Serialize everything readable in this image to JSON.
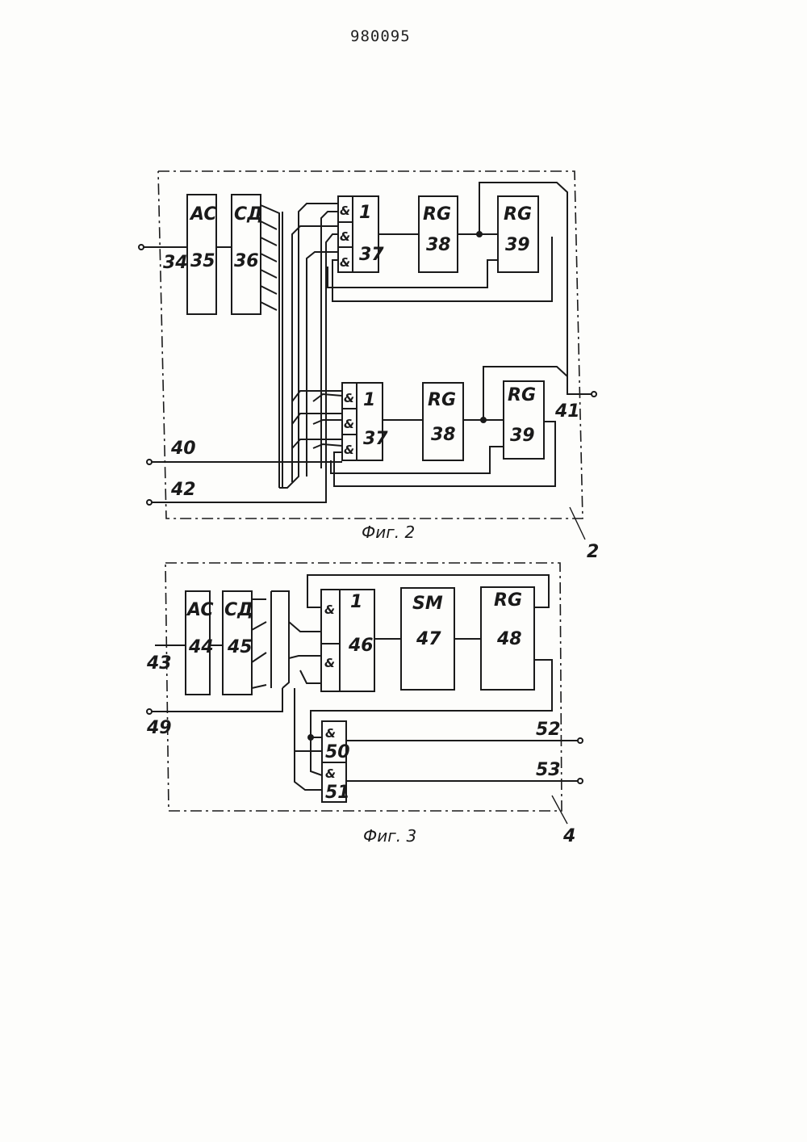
{
  "doc_number": "980095",
  "fig2": {
    "caption": "Фиг. 2",
    "ref": "2",
    "blocks": {
      "b35": {
        "type": "AC",
        "num": "35"
      },
      "b36": {
        "type": "CД",
        "num": "36"
      },
      "b37a": {
        "type": "1",
        "num": "37",
        "gates": [
          "&",
          "&",
          "&"
        ]
      },
      "b38a": {
        "type": "RG",
        "num": "38"
      },
      "b39a": {
        "type": "RG",
        "num": "39"
      },
      "b37b": {
        "type": "1",
        "num": "37",
        "gates": [
          "&",
          "&",
          "&"
        ]
      },
      "b38b": {
        "type": "RG",
        "num": "38"
      },
      "b39b": {
        "type": "RG",
        "num": "39"
      }
    },
    "terminals": {
      "t34": "34",
      "t40": "40",
      "t41": "41",
      "t42": "42"
    }
  },
  "fig3": {
    "caption": "Фиг. 3",
    "ref": "4",
    "blocks": {
      "b44": {
        "type": "AC",
        "num": "44"
      },
      "b45": {
        "type": "CД",
        "num": "45"
      },
      "b46": {
        "type": "1",
        "num": "46",
        "gates": [
          "&",
          "&"
        ]
      },
      "b47": {
        "type": "SM",
        "num": "47"
      },
      "b48": {
        "type": "RG",
        "num": "48"
      },
      "b50": {
        "type": "&",
        "num": "50"
      },
      "b51": {
        "type": "&",
        "num": "51"
      }
    },
    "terminals": {
      "t43": "43",
      "t49": "49",
      "t52": "52",
      "t53": "53"
    }
  }
}
